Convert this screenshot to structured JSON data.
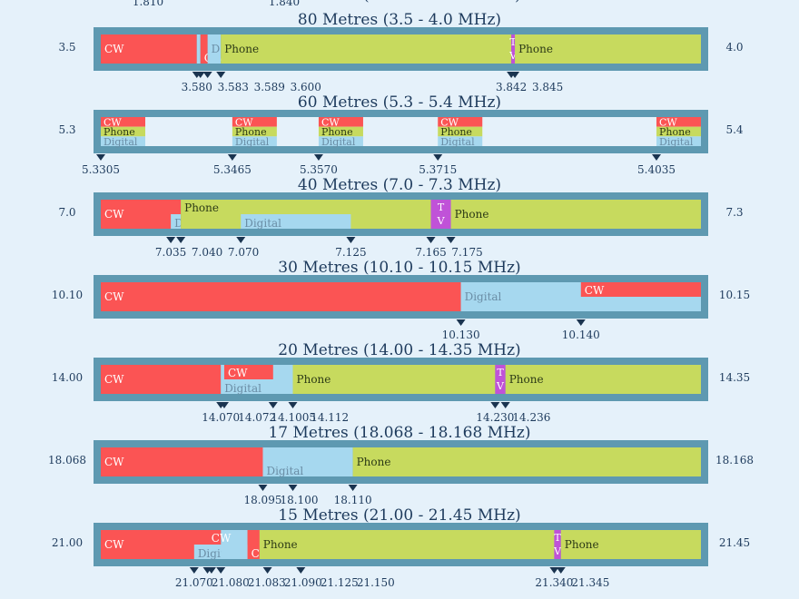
{
  "colors": {
    "background": "#e5f1fa",
    "frame": "#5e99b1",
    "cw": "#fb5454",
    "digital": "#a6d8ef",
    "phone": "#c7da5e",
    "tv": "#c052d8",
    "text": "#1d3a5c",
    "marker": "#1a3450"
  },
  "top_cut_labels": [
    "1.810",
    "1.840"
  ],
  "bands": [
    {
      "title": "80 Metres (3.5 - 4.0 MHz)",
      "start_label": "3.5",
      "end_label": "4.0",
      "start": 3.5,
      "end": 4.0,
      "segments": [
        {
          "mode": "cw",
          "from": 3.5,
          "to": 3.58,
          "label": "CW"
        },
        {
          "mode": "digital",
          "from": 3.58,
          "to": 3.583,
          "label": "D"
        },
        {
          "mode": "cw",
          "from": 3.583,
          "to": 3.589,
          "label": "CW",
          "label_pos": "bottom"
        },
        {
          "mode": "digital",
          "from": 3.589,
          "to": 3.6,
          "label": "D"
        },
        {
          "mode": "phone",
          "from": 3.6,
          "to": 3.842,
          "label": "Phone"
        },
        {
          "mode": "tv",
          "from": 3.842,
          "to": 3.845,
          "label": "T V",
          "stacked": true
        },
        {
          "mode": "phone",
          "from": 3.845,
          "to": 4.0,
          "label": "Phone"
        }
      ],
      "markers": [
        {
          "value": 3.58,
          "label": "3.580"
        },
        {
          "value": 3.583,
          "label": "3.583"
        },
        {
          "value": 3.589,
          "label": "3.589"
        },
        {
          "value": 3.6,
          "label": "3.600"
        },
        {
          "value": 3.842,
          "label": "3.842"
        },
        {
          "value": 3.845,
          "label": "3.845"
        }
      ]
    },
    {
      "title": "60 Metres (5.3 - 5.4 MHz)",
      "start_label": "5.3",
      "end_label": "5.4",
      "start": 5.3305,
      "end": 5.4035,
      "channels": [
        5.3305,
        5.3465,
        5.357,
        5.3715,
        5.4035
      ],
      "channel_modes": [
        {
          "mode": "cw",
          "label": "CW"
        },
        {
          "mode": "phone",
          "label": "Phone"
        },
        {
          "mode": "digital",
          "label": "Digital"
        }
      ],
      "markers": [
        {
          "value": 5.3305,
          "label": "5.3305"
        },
        {
          "value": 5.3465,
          "label": "5.3465"
        },
        {
          "value": 5.357,
          "label": "5.3570"
        },
        {
          "value": 5.3715,
          "label": "5.3715"
        },
        {
          "value": 5.4035,
          "label": "5.4035"
        }
      ]
    },
    {
      "title": "40 Metres (7.0 - 7.3 MHz)",
      "start_label": "7.0",
      "end_label": "7.3",
      "start": 7.0,
      "end": 7.3,
      "segments": [
        {
          "mode": "cw",
          "from": 7.0,
          "to": 7.04,
          "label": "CW"
        },
        {
          "mode": "digital",
          "from": 7.035,
          "to": 7.04,
          "label": "D",
          "half": "bottom",
          "label_pos": "bottom"
        },
        {
          "mode": "phone",
          "from": 7.04,
          "to": 7.165,
          "label": "Phone",
          "label_pos": "top"
        },
        {
          "mode": "digital",
          "from": 7.07,
          "to": 7.125,
          "label": "Digital",
          "half": "bottom",
          "label_pos": "bottom"
        },
        {
          "mode": "tv",
          "from": 7.165,
          "to": 7.175,
          "label": "T V",
          "stacked": true
        },
        {
          "mode": "phone",
          "from": 7.175,
          "to": 7.3,
          "label": "Phone"
        }
      ],
      "markers": [
        {
          "value": 7.035,
          "label": "7.035"
        },
        {
          "value": 7.04,
          "label": "7.040"
        },
        {
          "value": 7.07,
          "label": "7.070"
        },
        {
          "value": 7.125,
          "label": "7.125"
        },
        {
          "value": 7.165,
          "label": "7.165"
        },
        {
          "value": 7.175,
          "label": "7.175"
        }
      ]
    },
    {
      "title": "30 Metres (10.10 - 10.15 MHz)",
      "start_label": "10.10",
      "end_label": "10.15",
      "start": 10.1,
      "end": 10.15,
      "segments": [
        {
          "mode": "cw",
          "from": 10.1,
          "to": 10.13,
          "label": "CW"
        },
        {
          "mode": "digital",
          "from": 10.13,
          "to": 10.15,
          "label": "Digital"
        },
        {
          "mode": "cw",
          "from": 10.14,
          "to": 10.15,
          "label": "CW",
          "half": "top",
          "label_pos": "top"
        }
      ],
      "markers": [
        {
          "value": 10.13,
          "label": "10.130"
        },
        {
          "value": 10.14,
          "label": "10.140"
        }
      ]
    },
    {
      "title": "20 Metres (14.00 - 14.35 MHz)",
      "start_label": "14.00",
      "end_label": "14.35",
      "start": 14.0,
      "end": 14.35,
      "segments": [
        {
          "mode": "cw",
          "from": 14.0,
          "to": 14.07,
          "label": "CW"
        },
        {
          "mode": "digital",
          "from": 14.07,
          "to": 14.112,
          "label": "Digital",
          "label_pos": "bottom"
        },
        {
          "mode": "cw",
          "from": 14.072,
          "to": 14.1005,
          "label": "CW",
          "half": "top",
          "label_pos": "top"
        },
        {
          "mode": "phone",
          "from": 14.112,
          "to": 14.23,
          "label": "Phone"
        },
        {
          "mode": "tv",
          "from": 14.23,
          "to": 14.236,
          "label": "T V",
          "stacked": true
        },
        {
          "mode": "phone",
          "from": 14.236,
          "to": 14.35,
          "label": "Phone"
        }
      ],
      "markers": [
        {
          "value": 14.07,
          "label": "14.070"
        },
        {
          "value": 14.072,
          "label": "14.072"
        },
        {
          "value": 14.1005,
          "label": "14.1005"
        },
        {
          "value": 14.112,
          "label": "14.112"
        },
        {
          "value": 14.23,
          "label": "14.230"
        },
        {
          "value": 14.236,
          "label": "14.236"
        }
      ]
    },
    {
      "title": "17 Metres (18.068 - 18.168 MHz)",
      "start_label": "18.068",
      "end_label": "18.168",
      "start": 18.068,
      "end": 18.168,
      "segments": [
        {
          "mode": "cw",
          "from": 18.068,
          "to": 18.1,
          "label": "CW"
        },
        {
          "mode": "digital",
          "from": 18.095,
          "to": 18.11,
          "label": "Digital",
          "label_pos": "bottom"
        },
        {
          "mode": "phone",
          "from": 18.11,
          "to": 18.168,
          "label": "Phone"
        }
      ],
      "markers": [
        {
          "value": 18.095,
          "label": "18.095"
        },
        {
          "value": 18.1,
          "label": "18.100"
        },
        {
          "value": 18.11,
          "label": "18.110"
        }
      ]
    },
    {
      "title": "15 Metres (21.00 - 21.45 MHz)",
      "start_label": "21.00",
      "end_label": "21.45",
      "start": 21.0,
      "end": 21.45,
      "segments": [
        {
          "mode": "cw",
          "from": 21.0,
          "to": 21.09,
          "label": "CW"
        },
        {
          "mode": "digital",
          "from": 21.07,
          "to": 21.125,
          "label": "Digital",
          "label_pos": "bottom",
          "half": "bottom"
        },
        {
          "mode": "digital",
          "from": 21.09,
          "to": 21.11,
          "label": ""
        },
        {
          "mode": "cw",
          "from": 21.0802,
          "to": 21.09,
          "label": "CW",
          "half": "top",
          "label_pos": "top"
        },
        {
          "mode": "cw",
          "from": 21.11,
          "to": 21.15,
          "label": "CW",
          "label_pos": "bottom"
        },
        {
          "mode": "phone",
          "from": 21.119,
          "to": 21.34,
          "label": "Phone"
        },
        {
          "mode": "tv",
          "from": 21.34,
          "to": 21.345,
          "label": "T V",
          "stacked": true
        },
        {
          "mode": "phone",
          "from": 21.345,
          "to": 21.45,
          "label": "Phone"
        }
      ],
      "markers": [
        {
          "value": 21.07,
          "label": "21.070"
        },
        {
          "value": 21.08,
          "label": "21.080"
        },
        {
          "value": 21.083,
          "label": "21.083"
        },
        {
          "value": 21.09,
          "label": "21.090"
        },
        {
          "value": 21.125,
          "label": "21.125"
        },
        {
          "value": 21.15,
          "label": "21.150"
        },
        {
          "value": 21.34,
          "label": "21.340"
        },
        {
          "value": 21.345,
          "label": "21.345"
        }
      ]
    },
    {
      "title": "12 Metres (24.89 - 24.99 MHz)",
      "partial": true
    }
  ]
}
